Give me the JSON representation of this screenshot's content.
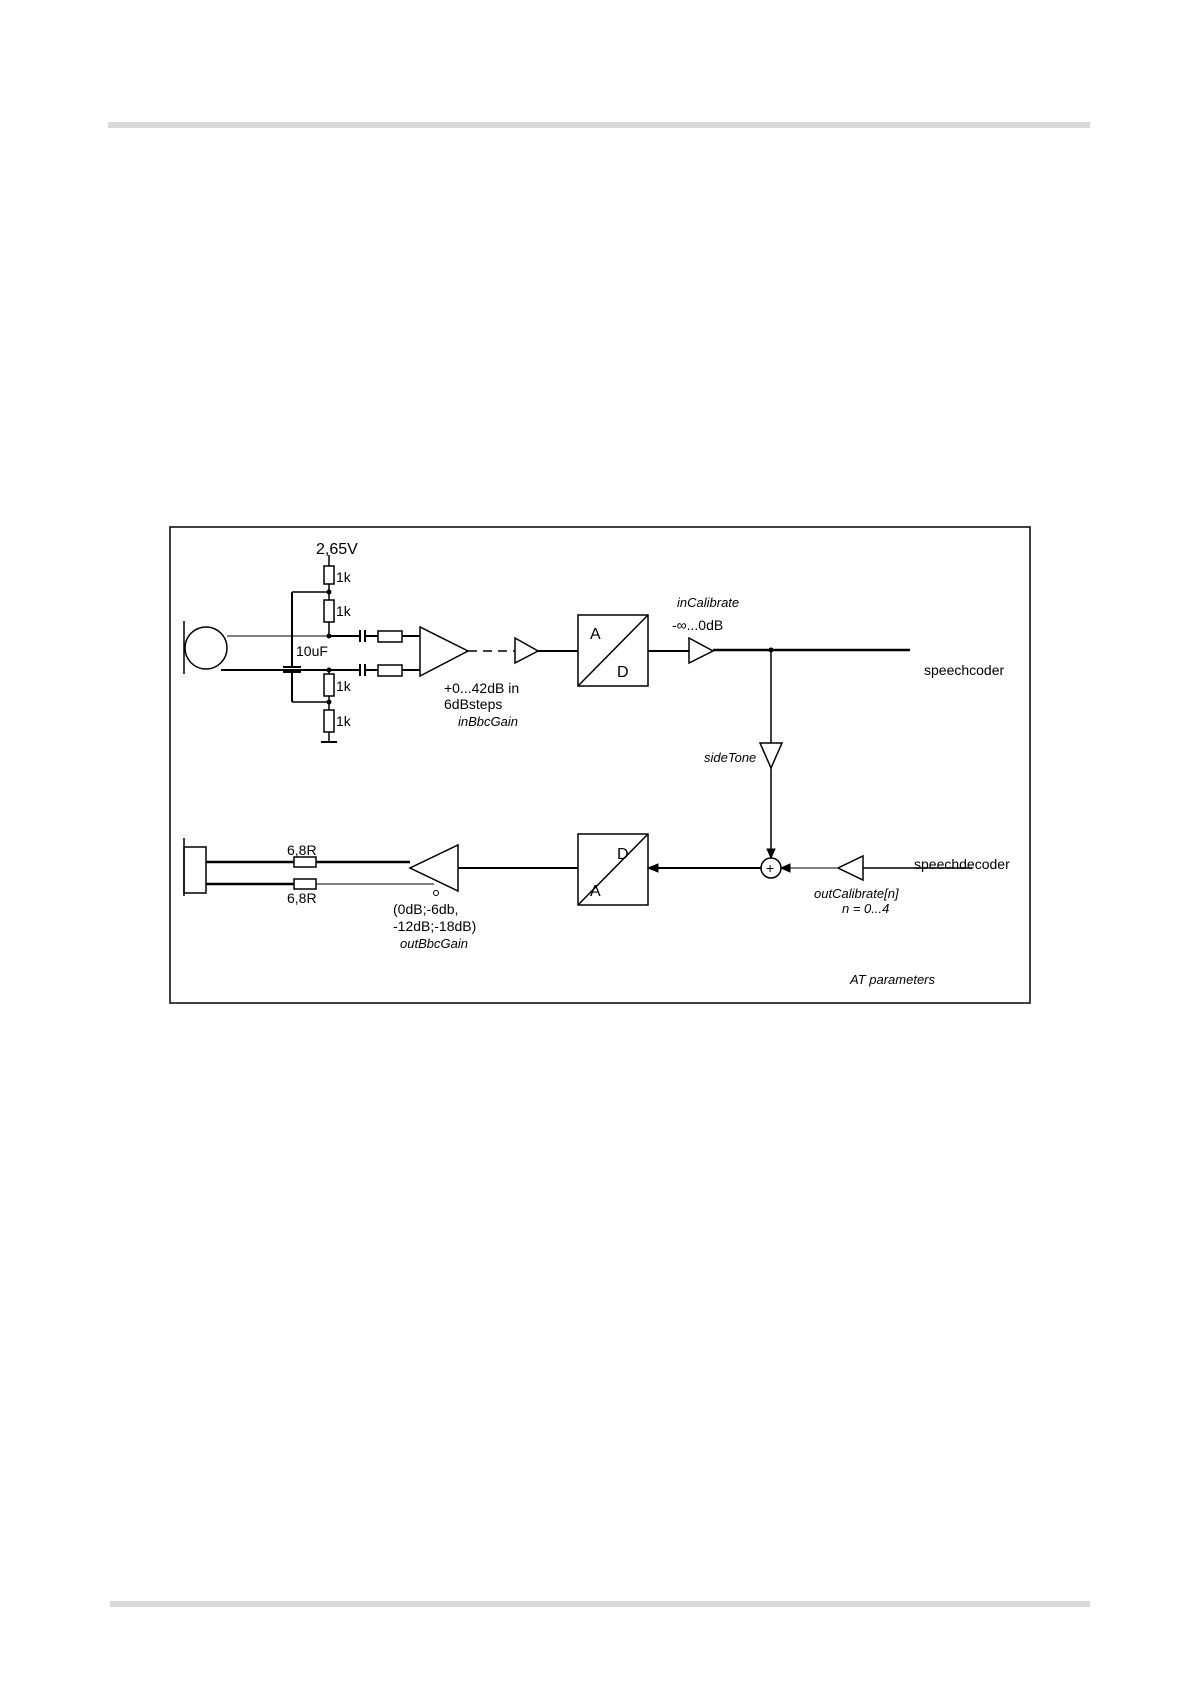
{
  "labels": {
    "voltage": "2,65V",
    "r_top1": "1k",
    "r_top2": "1k",
    "r_bot1": "1k",
    "r_bot2": "1k",
    "cap": "10uF",
    "gain_line1": "+0...42dB in",
    "gain_line2": "6dBsteps",
    "in_bbc_gain": "inBbcGain",
    "ad_a": "A",
    "ad_d": "D",
    "in_calibrate": "inCalibrate",
    "in_calibrate_range": "-∞...0dB",
    "speechcoder": "speechcoder",
    "side_tone": "sideTone",
    "speechdecoder": "speechdecoder",
    "out_calibrate": "outCalibrate[n]",
    "out_calibrate_range": "n = 0...4",
    "da_d": "D",
    "da_a": "A",
    "r_out1": "6,8R",
    "r_out2": "6,8R",
    "out_gain_line1": "(0dB;-6db,",
    "out_gain_line2": "-12dB;-18dB)",
    "out_bbc_gain": "outBbcGain",
    "sum_symbol": "+",
    "at_parameters": "AT parameters"
  }
}
